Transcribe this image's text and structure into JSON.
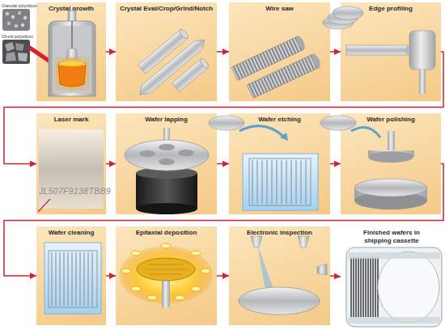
{
  "diagram": {
    "nodes": [
      {
        "text": [
          "Crystal growth"
        ]
      },
      {
        "text": [
          "Crystal Eval/Crop/Grind/Notch"
        ]
      },
      {
        "text": [
          "Wire saw"
        ]
      },
      {
        "text": [
          "Edge profiling"
        ]
      },
      {
        "text": [
          "Laser mark"
        ]
      },
      {
        "text": [
          "Wafer lapping"
        ]
      },
      {
        "text": [
          "Wafer etching"
        ]
      },
      {
        "text": [
          "Wafer polishing"
        ]
      },
      {
        "text": [
          "Wafer cleaning"
        ]
      },
      {
        "text": [
          "Epitaxial deposition"
        ]
      },
      {
        "text": [
          "Electronic inspection"
        ]
      },
      {
        "text": [
          "Finished wafers in shipping cassette"
        ]
      }
    ],
    "edges": [
      {
        "from": 0,
        "to": 1,
        "arrow": "to"
      },
      {
        "from": 1,
        "to": 2,
        "arrow": "to"
      },
      {
        "from": 2,
        "to": 3,
        "arrow": "to"
      },
      {
        "from": 3,
        "to": 4,
        "arrow": "to"
      },
      {
        "from": 4,
        "to": 5,
        "arrow": "to"
      },
      {
        "from": 5,
        "to": 6,
        "arrow": "to"
      },
      {
        "from": 6,
        "to": 7,
        "arrow": "to"
      },
      {
        "from": 7,
        "to": 8,
        "arrow": "to"
      },
      {
        "from": 8,
        "to": 9,
        "arrow": "to"
      },
      {
        "from": 9,
        "to": 10,
        "arrow": "to"
      },
      {
        "from": 10,
        "to": 11,
        "arrow": "to"
      }
    ],
    "labels": [
      "Granular polysilicon",
      "Chunk polysilicon",
      "JL507F9138TBB9"
    ]
  }
}
